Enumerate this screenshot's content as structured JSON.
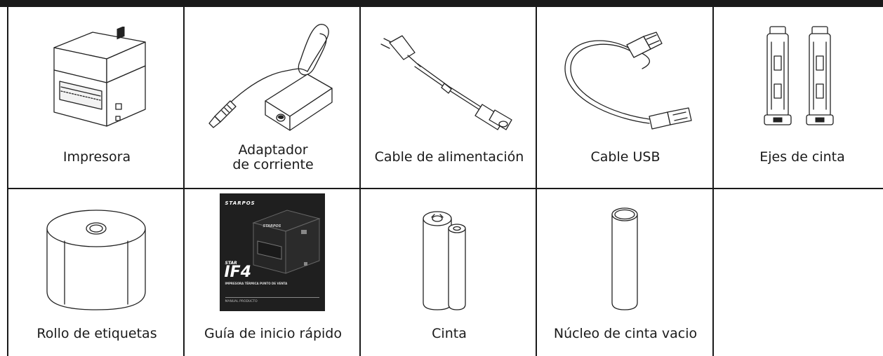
{
  "items": [
    {
      "label": "Impresora",
      "icon": "printer-icon"
    },
    {
      "label": "Adaptador\nde corriente",
      "icon": "power-adapter-icon"
    },
    {
      "label": "Cable de alimentación",
      "icon": "power-cable-icon"
    },
    {
      "label": "Cable USB",
      "icon": "usb-cable-icon"
    },
    {
      "label": "Ejes de cinta",
      "icon": "ribbon-spindles-icon"
    },
    {
      "label": "Rollo de etiquetas",
      "icon": "label-roll-icon"
    },
    {
      "label": "Guía de inicio rápido",
      "icon": "quick-start-guide-icon"
    },
    {
      "label": "Cinta",
      "icon": "ribbon-icon"
    },
    {
      "label": "Núcleo de cinta vacio",
      "icon": "empty-ribbon-core-icon"
    },
    {
      "label": "",
      "icon": ""
    }
  ],
  "guide_cover": {
    "brand": "STARPOS",
    "device_brand": "STARPOS",
    "model_prefix": "STAR",
    "model": "IF4",
    "subtitle": "IMPRESORA TÉRMICA PUNTO DE VENTA",
    "footer": "MANUAL PRODUCTO"
  }
}
